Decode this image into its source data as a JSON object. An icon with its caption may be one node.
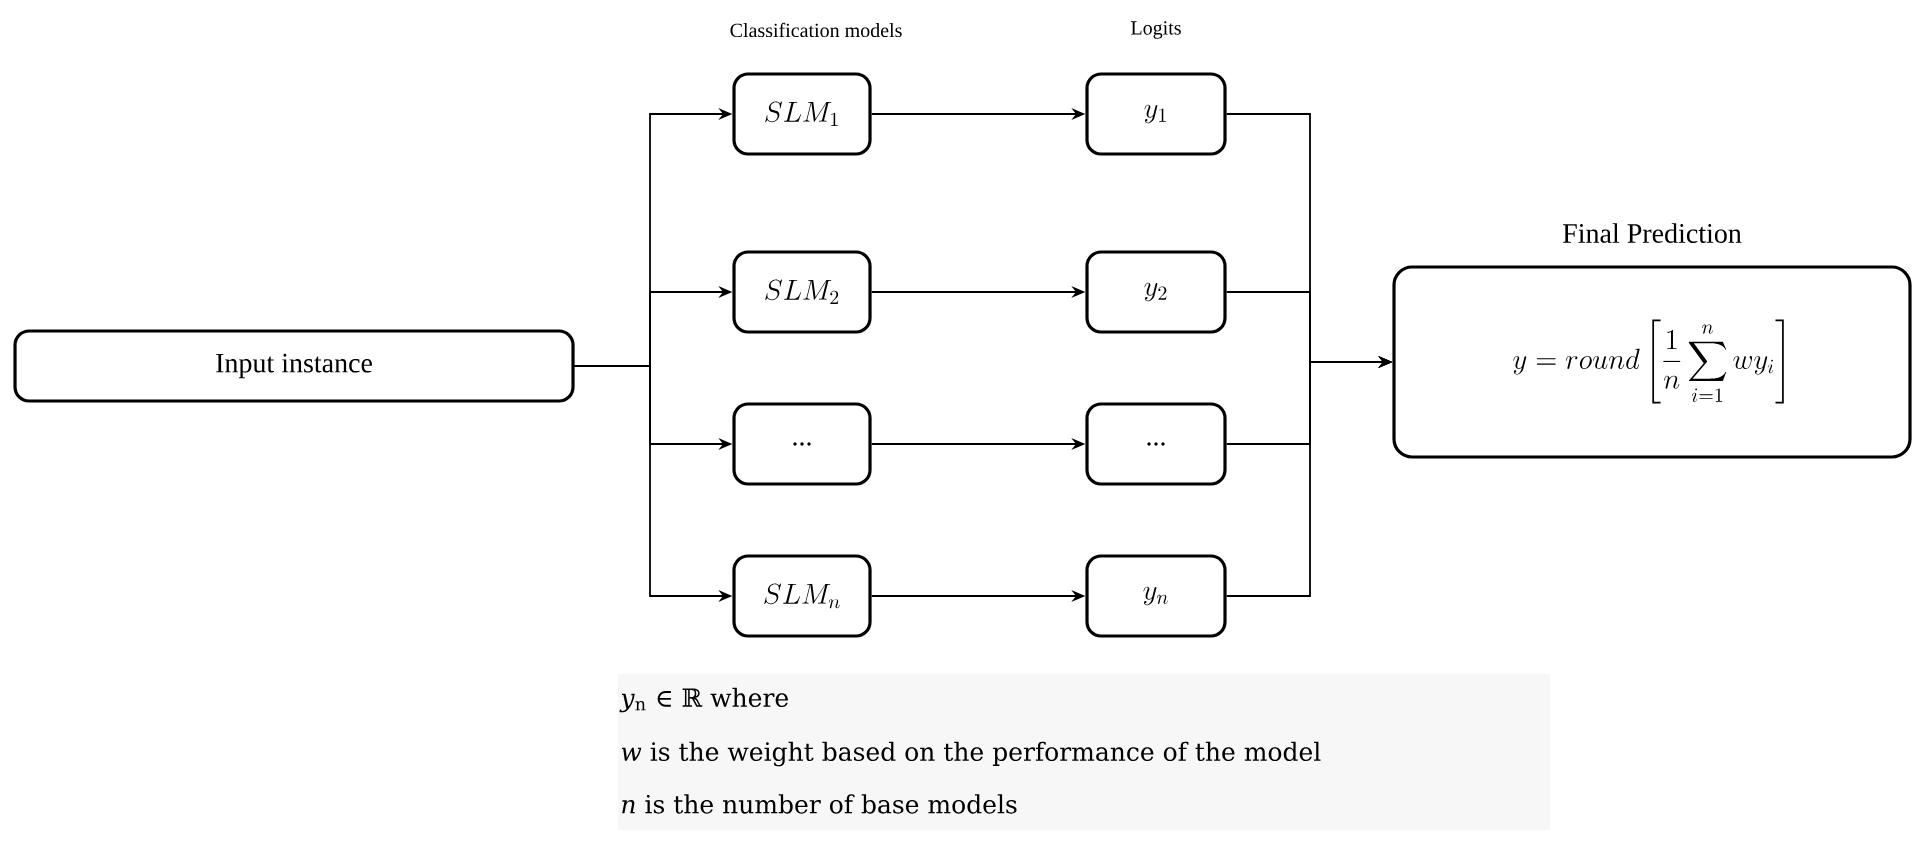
{
  "diagram": {
    "nodes": [
      {
        "text": [
          "Input instance"
        ]
      },
      {
        "text": [
          "SLM_1"
        ]
      },
      {
        "text": [
          "SLM_2"
        ]
      },
      {
        "text": [
          "..."
        ]
      },
      {
        "text": [
          "SLM_n"
        ]
      },
      {
        "text": [
          "y_1"
        ]
      },
      {
        "text": [
          "y_2"
        ]
      },
      {
        "text": [
          "..."
        ]
      },
      {
        "text": [
          "y_n"
        ]
      },
      {
        "text": [
          "Final Prediction",
          "y = round\\left[\\frac{1}{n}\\sum_{i=1}^{n} w y_i\\right]"
        ]
      }
    ],
    "edges": [
      {
        "from": 0,
        "to": 1,
        "arrow": "to"
      },
      {
        "from": 0,
        "to": 2,
        "arrow": "to"
      },
      {
        "from": 0,
        "to": 3,
        "arrow": "to"
      },
      {
        "from": 0,
        "to": 4,
        "arrow": "to"
      },
      {
        "from": 1,
        "to": 5,
        "arrow": "to"
      },
      {
        "from": 2,
        "to": 6,
        "arrow": "to"
      },
      {
        "from": 3,
        "to": 7,
        "arrow": "to"
      },
      {
        "from": 4,
        "to": 8,
        "arrow": "to"
      },
      {
        "from": 5,
        "to": 9,
        "arrow": "to"
      },
      {
        "from": 6,
        "to": 9,
        "arrow": "to"
      },
      {
        "from": 7,
        "to": 9,
        "arrow": "to"
      },
      {
        "from": 8,
        "to": 9,
        "arrow": "to"
      }
    ],
    "labels": [
      "Classification models",
      "Logits",
      "*y*$_{n}$ ∈ ℝ    where",
      "*w* is the weight based on the performance of the model",
      "*n* is the number of base models"
    ]
  }
}
